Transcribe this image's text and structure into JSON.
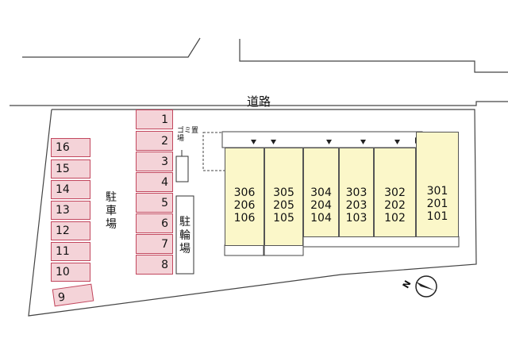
{
  "road_label": "道路",
  "parking_label": "駐車場",
  "bicycle_label": "駐輪場",
  "garbage_label": "ゴミ置場",
  "compass_label": "N",
  "left_stalls": [
    "16",
    "15",
    "14",
    "13",
    "12",
    "11",
    "10"
  ],
  "bottom_stall": "9",
  "mid_stalls": [
    "1",
    "2",
    "3",
    "4",
    "5",
    "6",
    "7",
    "8"
  ],
  "units": [
    {
      "floors": [
        "306",
        "206",
        "106"
      ]
    },
    {
      "floors": [
        "305",
        "205",
        "105"
      ]
    },
    {
      "floors": [
        "304",
        "204",
        "104"
      ]
    },
    {
      "floors": [
        "303",
        "203",
        "103"
      ]
    },
    {
      "floors": [
        "302",
        "202",
        "102"
      ]
    },
    {
      "floors": [
        "301",
        "201",
        "101"
      ]
    }
  ],
  "colors": {
    "stall_fill": "#f4d3d8",
    "stall_border": "#c2475e",
    "unit_fill": "#fbf7c9",
    "outline": "#555555"
  }
}
